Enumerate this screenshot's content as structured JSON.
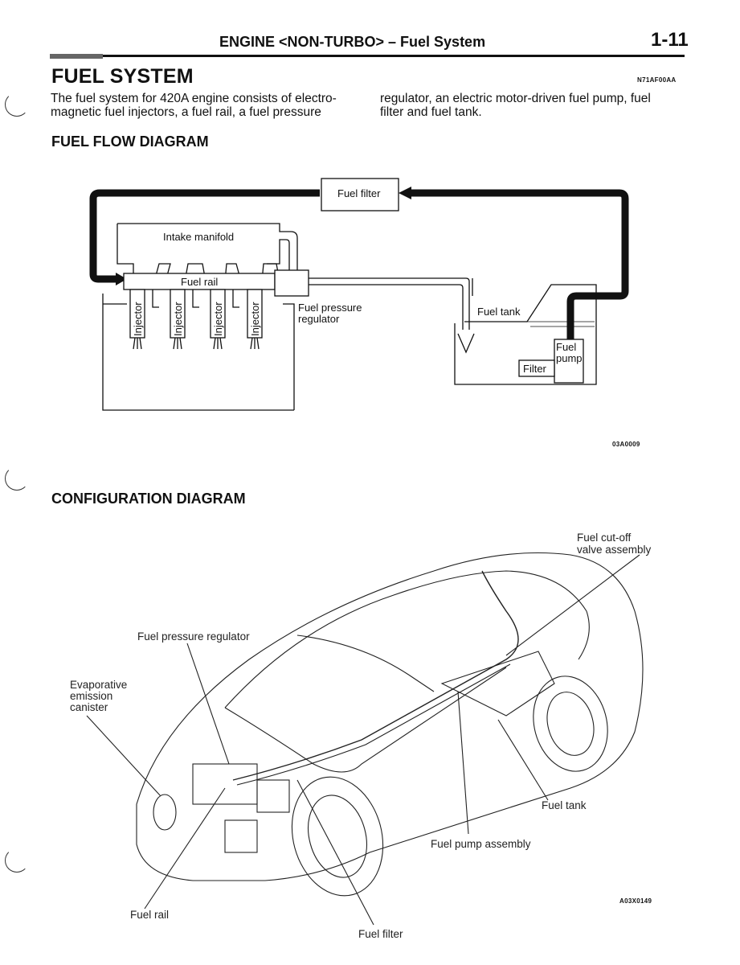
{
  "header": {
    "title": "ENGINE <NON-TURBO> – Fuel System",
    "page_number": "1-11"
  },
  "section": {
    "title": "FUEL SYSTEM",
    "code": "N71AF00AA",
    "intro_col1_line1": "The fuel system for 420A engine consists of electro-",
    "intro_col1_line2": "magnetic fuel injectors, a fuel rail, a fuel pressure",
    "intro_col2_line1": "regulator, an electric motor-driven fuel pump, fuel",
    "intro_col2_line2": "filter and fuel tank."
  },
  "flow_diagram": {
    "heading": "FUEL  FLOW DIAGRAM",
    "labels": {
      "fuel_filter": "Fuel filter",
      "intake_manifold": "Intake manifold",
      "fuel_rail": "Fuel rail",
      "injector": "Injector",
      "fuel_pressure_regulator_1": "Fuel pressure",
      "fuel_pressure_regulator_2": "regulator",
      "fuel_tank": "Fuel tank",
      "fuel_pump_1": "Fuel",
      "fuel_pump_2": "pump",
      "filter": "Filter"
    },
    "figure_code": "03A0009"
  },
  "config_diagram": {
    "heading": "CONFIGURATION DIAGRAM",
    "labels": {
      "cutoff_1": "Fuel  cut-off",
      "cutoff_2": "valve assembly",
      "pressure_regulator": "Fuel  pressure  regulator",
      "evap_1": "Evaporative",
      "evap_2": "emission",
      "evap_3": "canister",
      "fuel_tank": "Fuel tank",
      "pump_assembly": "Fuel pump  assembly",
      "fuel_rail": "Fuel  rail",
      "fuel_filter": "Fuel  filter"
    },
    "figure_code": "A03X0149"
  }
}
